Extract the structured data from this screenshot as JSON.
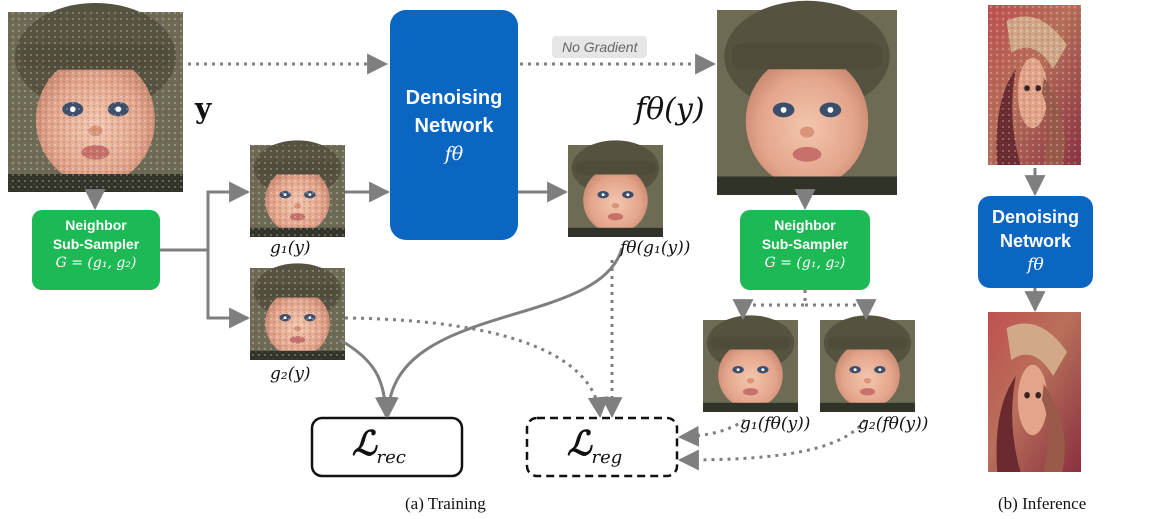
{
  "input_label": "y",
  "output_label": "fθ(y)",
  "no_gradient": "No Gradient",
  "denoise_net": {
    "line1": "Denoising",
    "line2": "Network",
    "fn": "fθ"
  },
  "sampler": {
    "line1": "Neighbor",
    "line2": "Sub-Sampler",
    "formula": "G = (g₁, g₂)"
  },
  "labels": {
    "g1y": "g₁(y)",
    "g2y": "g₂(y)",
    "fg1y": "fθ(g₁(y))",
    "g1f": "g₁(fθ(y))",
    "g2f": "g₂(fθ(y))"
  },
  "loss_rec": {
    "main": "ℒ",
    "sub": "rec"
  },
  "loss_reg": {
    "main": "ℒ",
    "sub": "reg"
  },
  "captions": {
    "training": "(a) Training",
    "inference": "(b) Inference"
  },
  "colors": {
    "blue": "#0b66c2",
    "green": "#1db954",
    "arrow": "#7f7f7f"
  }
}
